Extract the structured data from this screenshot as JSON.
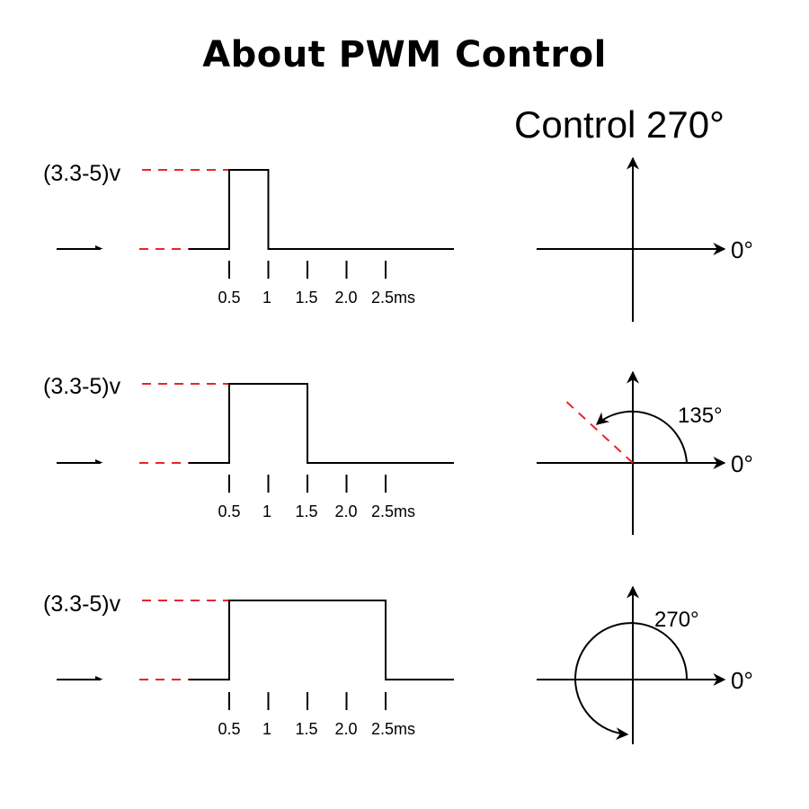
{
  "title": "About PWM Control",
  "subtitle": "Control 270°",
  "voltage_label": "(3.3-5)v",
  "tick_labels": [
    "0.5",
    "1",
    "1.5",
    "2.0",
    "2.5ms"
  ],
  "zero_label": "0°",
  "dash_color": "#e8262b",
  "rows": [
    {
      "pulse_end_ms": 1.0,
      "angle_label": "",
      "rotation_deg": 0
    },
    {
      "pulse_end_ms": 1.5,
      "angle_label": "135°",
      "rotation_deg": 135
    },
    {
      "pulse_end_ms": 2.5,
      "angle_label": "270°",
      "rotation_deg": 270
    }
  ]
}
